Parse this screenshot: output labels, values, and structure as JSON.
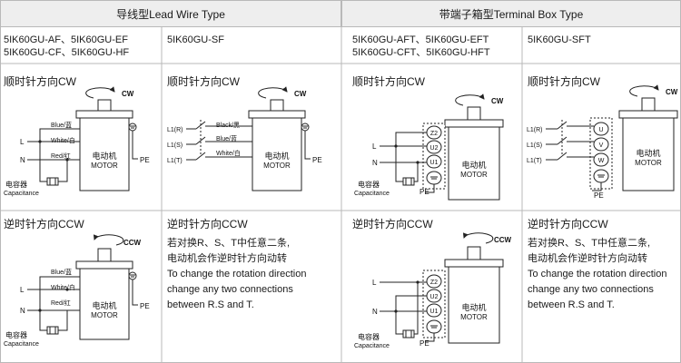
{
  "headers": {
    "lead_wire": "导线型Lead Wire Type",
    "terminal_box": "带端子箱型Terminal Box Type"
  },
  "models": {
    "c1_line1": "5IK60GU-AF、5IK60GU-EF",
    "c1_line2": "5IK60GU-CF、5IK60GU-HF",
    "c2": "5IK60GU-SF",
    "c3_line1": "5IK60GU-AFT、5IK60GU-EFT",
    "c3_line2": "5IK60GU-CFT、5IK60GU-HFT",
    "c4": "5IK60GU-SFT"
  },
  "sections": {
    "cw_title": "顺时针方向CW",
    "ccw_title": "逆时针方向CCW"
  },
  "labels": {
    "cw": "CW",
    "ccw": "CCW",
    "motor_cn": "电动机",
    "motor_en": "MOTOR",
    "pe": "PE",
    "L": "L",
    "N": "N",
    "blue": "Blue/蓝",
    "white": "White/白",
    "red": "Red/红",
    "black": "Black/黑",
    "capacitor_cn": "电容器",
    "capacitor_en": "Capacitance",
    "l1r": "L1(R)",
    "l1s": "L1(S)",
    "l1t": "L1(T)",
    "z2": "Z2",
    "u2": "U2",
    "u1": "U1",
    "u": "U",
    "v": "V",
    "w": "W"
  },
  "note": {
    "cn1": "若对换R、S、T中任意二条,",
    "cn2": "电动机会作逆时针方向动转",
    "en1": "To change the rotation direction",
    "en2": "change any two connections",
    "en3": "between R.S and T."
  }
}
